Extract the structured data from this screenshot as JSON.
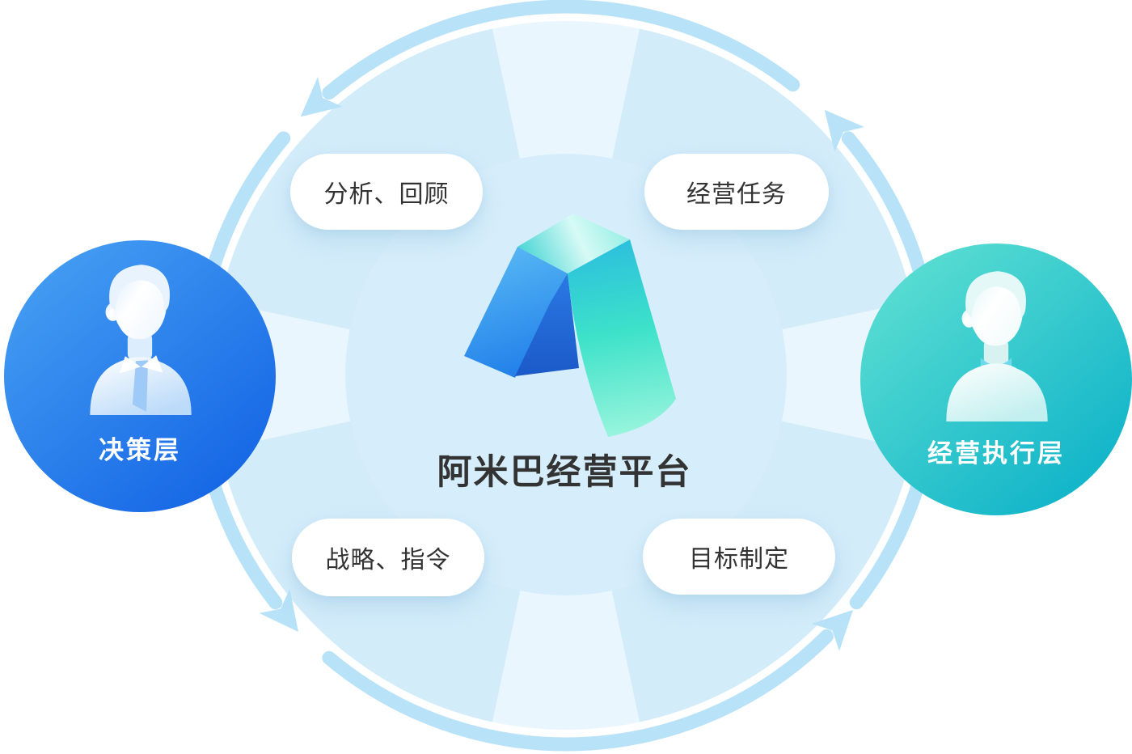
{
  "diagram": {
    "title": "阿米巴经营平台",
    "pills": [
      {
        "id": "analysis-review",
        "label": "分析、回顾"
      },
      {
        "id": "operating-tasks",
        "label": "经营任务"
      },
      {
        "id": "strategy-directives",
        "label": "战略、指令"
      },
      {
        "id": "goal-setting",
        "label": "目标制定"
      }
    ],
    "roles": {
      "left": {
        "label": "决策层",
        "icon": "businessman-avatar-icon"
      },
      "right": {
        "label": "经营执行层",
        "icon": "person-avatar-icon"
      }
    },
    "icons": {
      "center": "amoeba-3d-logo",
      "cycle": "counterclockwise-cycle-arrows"
    },
    "colors": {
      "arc": "#b7e2f8",
      "outer_circle": "#e9f6fd",
      "wedge": "#cbe8f8",
      "inner_circle": "#d6eefb",
      "left_circle_gradient": [
        "#4aa4f4",
        "#1565e5"
      ],
      "right_circle_gradient": [
        "#63e3d3",
        "#0fb3c9"
      ],
      "pill_text": "#333333",
      "title_text": "#333333"
    }
  }
}
